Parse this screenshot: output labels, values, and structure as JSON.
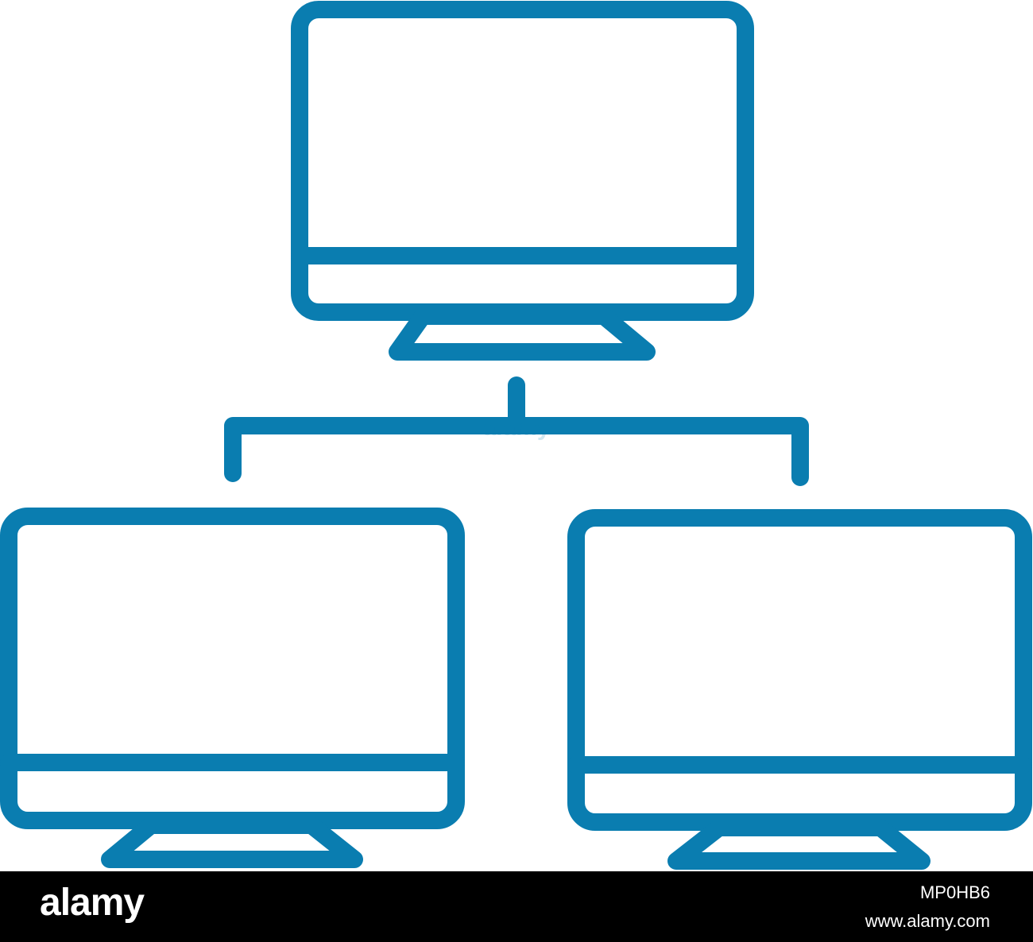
{
  "diagram": {
    "stroke_color": "#0a7db0",
    "background": "#ffffff",
    "nodes": [
      {
        "id": "top",
        "icon": "monitor-icon"
      },
      {
        "id": "bottom-left",
        "icon": "monitor-icon"
      },
      {
        "id": "bottom-right",
        "icon": "monitor-icon"
      }
    ],
    "edges": [
      {
        "from": "top",
        "to": "bottom-left"
      },
      {
        "from": "top",
        "to": "bottom-right"
      }
    ]
  },
  "footer": {
    "background": "#000000",
    "text_color": "#ffffff",
    "logo": "alamy",
    "image_id": "MP0HB6",
    "url": "www.alamy.com"
  },
  "watermark": {
    "text": "alamy"
  }
}
